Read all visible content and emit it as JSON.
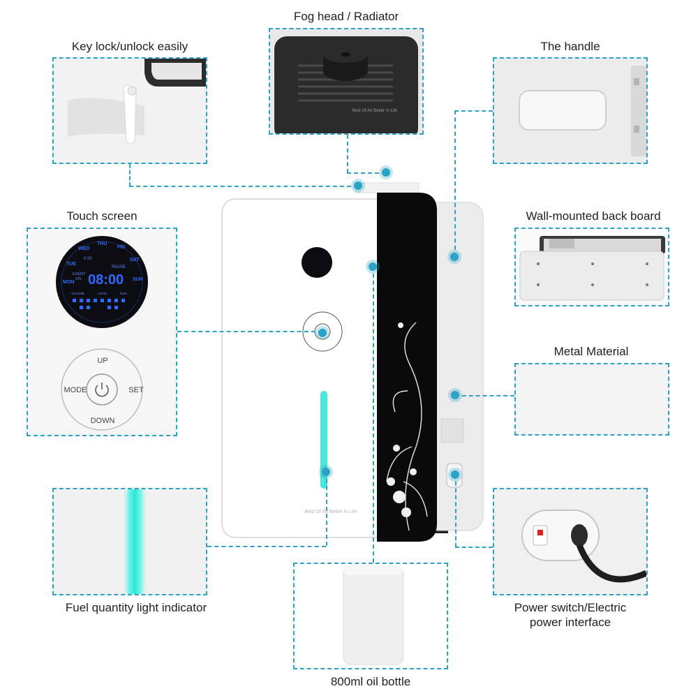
{
  "labels": {
    "fog_head": "Fog head / Radiator",
    "key_lock": "Key lock/unlock easily",
    "handle": "The handle",
    "touch_screen": "Touch screen",
    "wall_board": "Wall-mounted back board",
    "metal": "Metal Material",
    "fuel": "Fuel quantity light indicator",
    "power_line1": "Power switch/Electric",
    "power_line2": "power interface",
    "bottle": "800ml oil bottle"
  },
  "device": {
    "slogan": "Best Of Air Better In Life",
    "radiator_text": "Best Of Air Better In Life"
  },
  "touch_screen": {
    "days": [
      "MON",
      "TUE",
      "WED",
      "THU",
      "FRI",
      "SAT",
      "SUN"
    ],
    "time": "08:00",
    "pause": "PAUSE",
    "event": "EVENT",
    "on": "ON",
    "volume": "VOLUME",
    "level": "LEVEL",
    "run": "RUN",
    "small_time": "0:20",
    "buttons": {
      "up": "UP",
      "down": "DOWN",
      "mode": "MODE",
      "set": "SET"
    }
  },
  "colors": {
    "accent": "#2aa3c4",
    "lcd_blue": "#2f6bff",
    "indicator": "#3ff0e0"
  }
}
